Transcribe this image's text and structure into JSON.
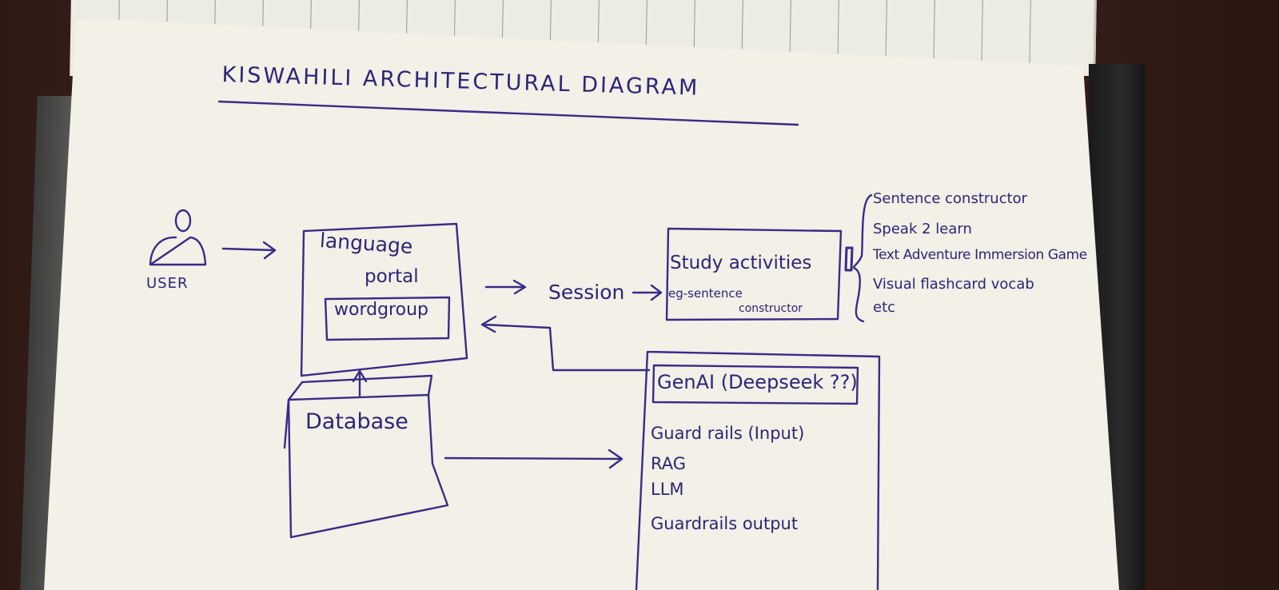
{
  "title": "KISWAHILI ARCHITECTURAL DIAGRAM",
  "user": {
    "label": "USER"
  },
  "language_portal": {
    "line1": "language",
    "line2": "portal",
    "inner_box": "wordgroup"
  },
  "session": {
    "label": "Session"
  },
  "study_activities": {
    "heading": "Study activities",
    "example_1": "eg-sentence",
    "example_2": "constructor"
  },
  "activity_list": [
    "Sentence constructor",
    "Speak 2 learn",
    "Text Adventure Immersion Game",
    "Visual flashcard vocab",
    "etc"
  ],
  "database": {
    "label": "Database"
  },
  "genai": {
    "title": "GenAI (Deepseek ??)",
    "items": [
      "Guard rails (Input)",
      "RAG",
      "LLM",
      "Guardrails output"
    ]
  },
  "colors": {
    "ink": "#2f2476",
    "paper": "#f2f0e7",
    "desk": "#3a2119"
  }
}
